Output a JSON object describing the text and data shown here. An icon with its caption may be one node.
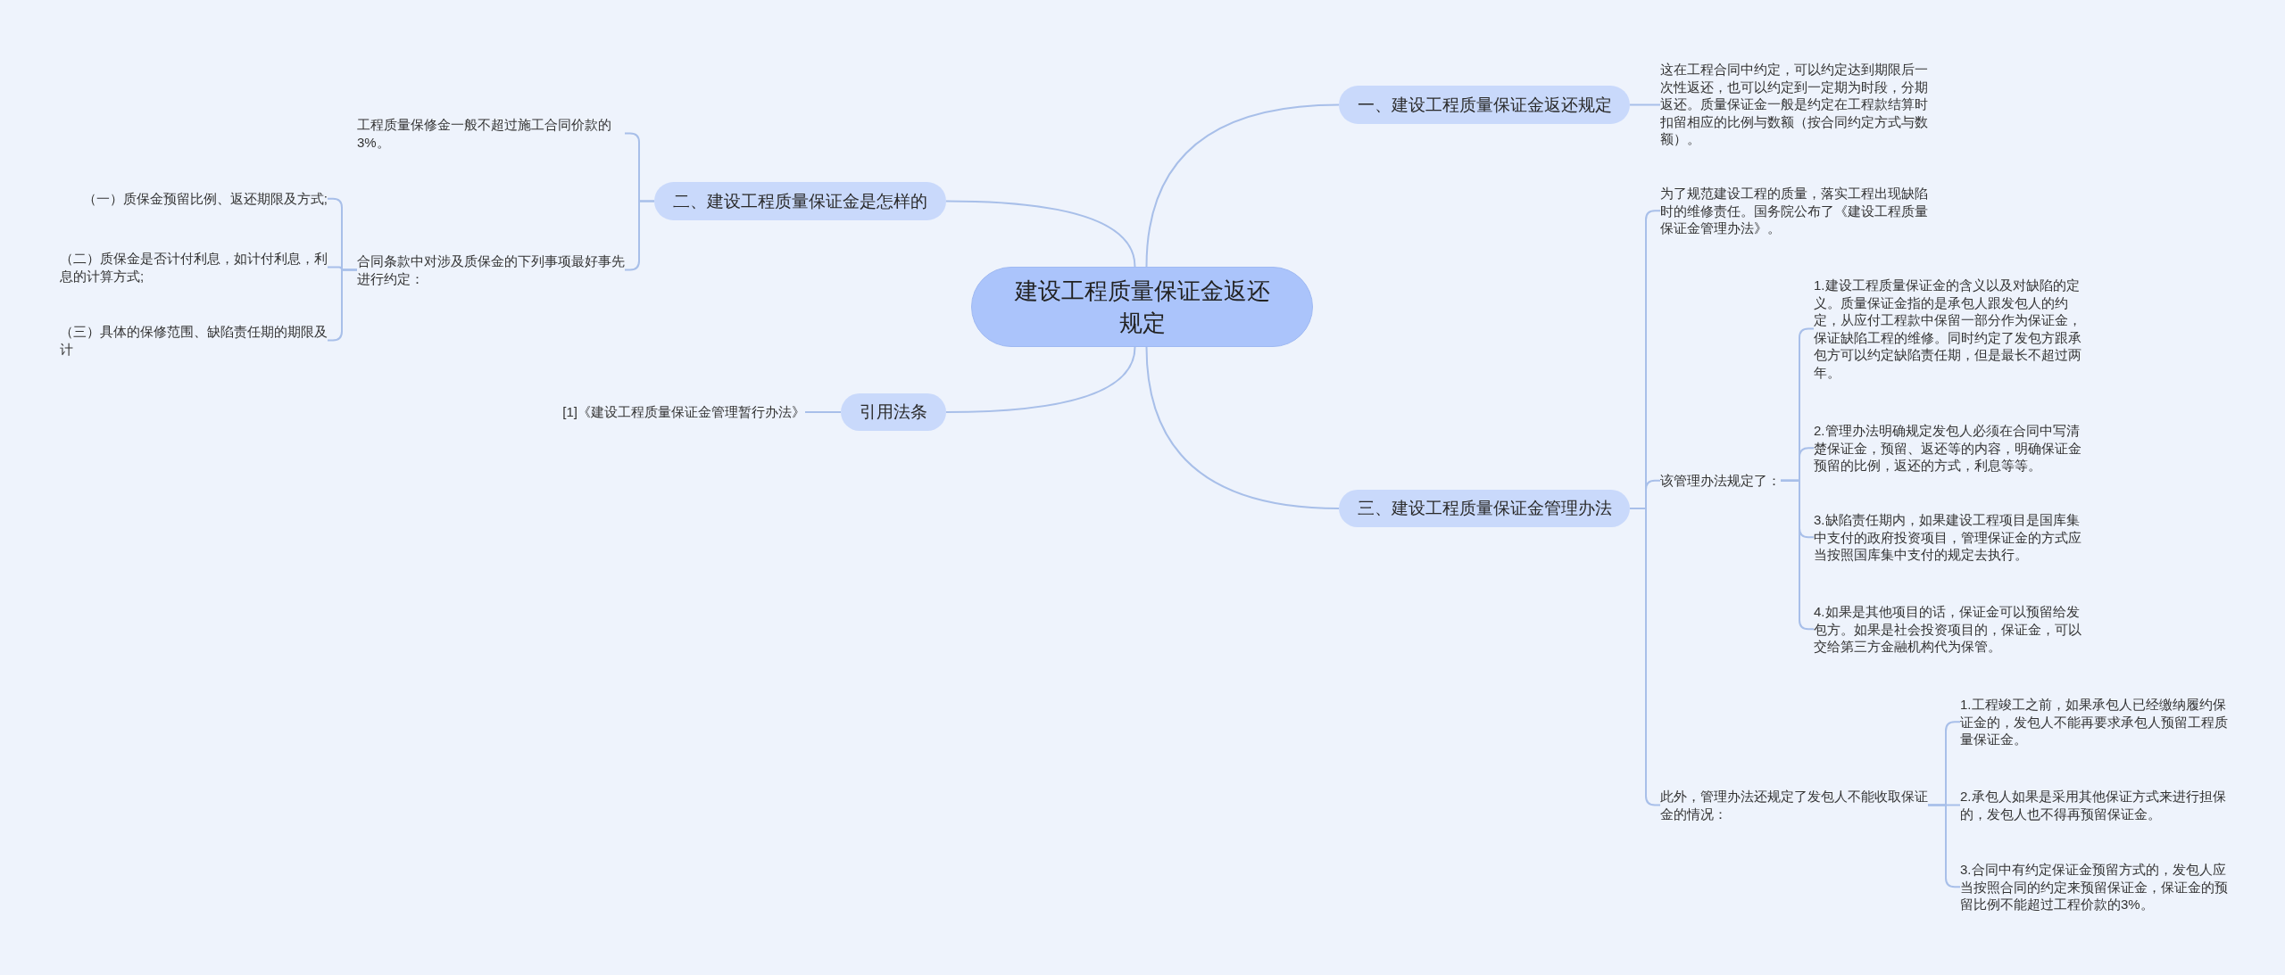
{
  "diagram": {
    "nodes": [
      {
        "text": [
          "建设工程质量保证金返还规定"
        ]
      },
      {
        "text": [
          "一、建设工程质量保证金返还规定"
        ]
      },
      {
        "text": [
          "这在工程合同中约定，可以约定达到期限后一次性返还，也可以约定到一定期为时段，分期返还。质量保证金一般是约定在工程款结算时扣留相应的比例与数额（按合同约定方式与数额）。"
        ]
      },
      {
        "text": [
          "二、建设工程质量保证金是怎样的"
        ]
      },
      {
        "text": [
          "工程质量保修金一般不超过施工合同价款的3%。"
        ]
      },
      {
        "text": [
          "合同条款中对涉及质保金的下列事项最好事先进行约定："
        ]
      },
      {
        "text": [
          "（一）质保金预留比例、返还期限及方式;"
        ]
      },
      {
        "text": [
          "（二）质保金是否计付利息，如计付利息，利息的计算方式;"
        ]
      },
      {
        "text": [
          "（三）具体的保修范围、缺陷责任期的期限及计"
        ]
      },
      {
        "text": [
          "引用法条"
        ]
      },
      {
        "text": [
          "[1]《建设工程质量保证金管理暂行办法》"
        ]
      },
      {
        "text": [
          "三、建设工程质量保证金管理办法"
        ]
      },
      {
        "text": [
          "为了规范建设工程的质量，落实工程出现缺陷时的维修责任。国务院公布了《建设工程质量保证金管理办法》。"
        ]
      },
      {
        "text": [
          "该管理办法规定了："
        ]
      },
      {
        "text": [
          "1.建设工程质量保证金的含义以及对缺陷的定义。质量保证金指的是承包人跟发包人的约定，从应付工程款中保留一部分作为保证金，保证缺陷工程的维修。同时约定了发包方跟承包方可以约定缺陷责任期，但是最长不超过两年。"
        ]
      },
      {
        "text": [
          "2.管理办法明确规定发包人必须在合同中写清楚保证金，预留、返还等的内容，明确保证金预留的比例，返还的方式，利息等等。"
        ]
      },
      {
        "text": [
          "3.缺陷责任期内，如果建设工程项目是国库集中支付的政府投资项目，管理保证金的方式应当按照国库集中支付的规定去执行。"
        ]
      },
      {
        "text": [
          "4.如果是其他项目的话，保证金可以预留给发包方。如果是社会投资项目的，保证金，可以交给第三方金融机构代为保管。"
        ]
      },
      {
        "text": [
          "此外，管理办法还规定了发包人不能收取保证金的情况："
        ]
      },
      {
        "text": [
          "1.工程竣工之前，如果承包人已经缴纳履约保证金的，发包人不能再要求承包人预留工程质量保证金。"
        ]
      },
      {
        "text": [
          "2.承包人如果是采用其他保证方式来进行担保的，发包人也不得再预留保证金。"
        ]
      },
      {
        "text": [
          "3.合同中有约定保证金预留方式的，发包人应当按照合同的约定来预留保证金，保证金的预留比例不能超过工程价款的3%。"
        ]
      }
    ],
    "edges": [
      {
        "from": 0,
        "to": 1,
        "arrow": "none"
      },
      {
        "from": 1,
        "to": 2,
        "arrow": "none"
      },
      {
        "from": 0,
        "to": 3,
        "arrow": "none"
      },
      {
        "from": 3,
        "to": 4,
        "arrow": "none"
      },
      {
        "from": 3,
        "to": 5,
        "arrow": "none"
      },
      {
        "from": 5,
        "to": 6,
        "arrow": "none"
      },
      {
        "from": 5,
        "to": 7,
        "arrow": "none"
      },
      {
        "from": 5,
        "to": 8,
        "arrow": "none"
      },
      {
        "from": 0,
        "to": 9,
        "arrow": "none"
      },
      {
        "from": 9,
        "to": 10,
        "arrow": "none"
      },
      {
        "from": 0,
        "to": 11,
        "arrow": "none"
      },
      {
        "from": 11,
        "to": 12,
        "arrow": "none"
      },
      {
        "from": 11,
        "to": 13,
        "arrow": "none"
      },
      {
        "from": 13,
        "to": 14,
        "arrow": "none"
      },
      {
        "from": 13,
        "to": 15,
        "arrow": "none"
      },
      {
        "from": 13,
        "to": 16,
        "arrow": "none"
      },
      {
        "from": 13,
        "to": 17,
        "arrow": "none"
      },
      {
        "from": 11,
        "to": 18,
        "arrow": "none"
      },
      {
        "from": 18,
        "to": 19,
        "arrow": "none"
      },
      {
        "from": 18,
        "to": 20,
        "arrow": "none"
      },
      {
        "from": 18,
        "to": 21,
        "arrow": "none"
      }
    ]
  }
}
